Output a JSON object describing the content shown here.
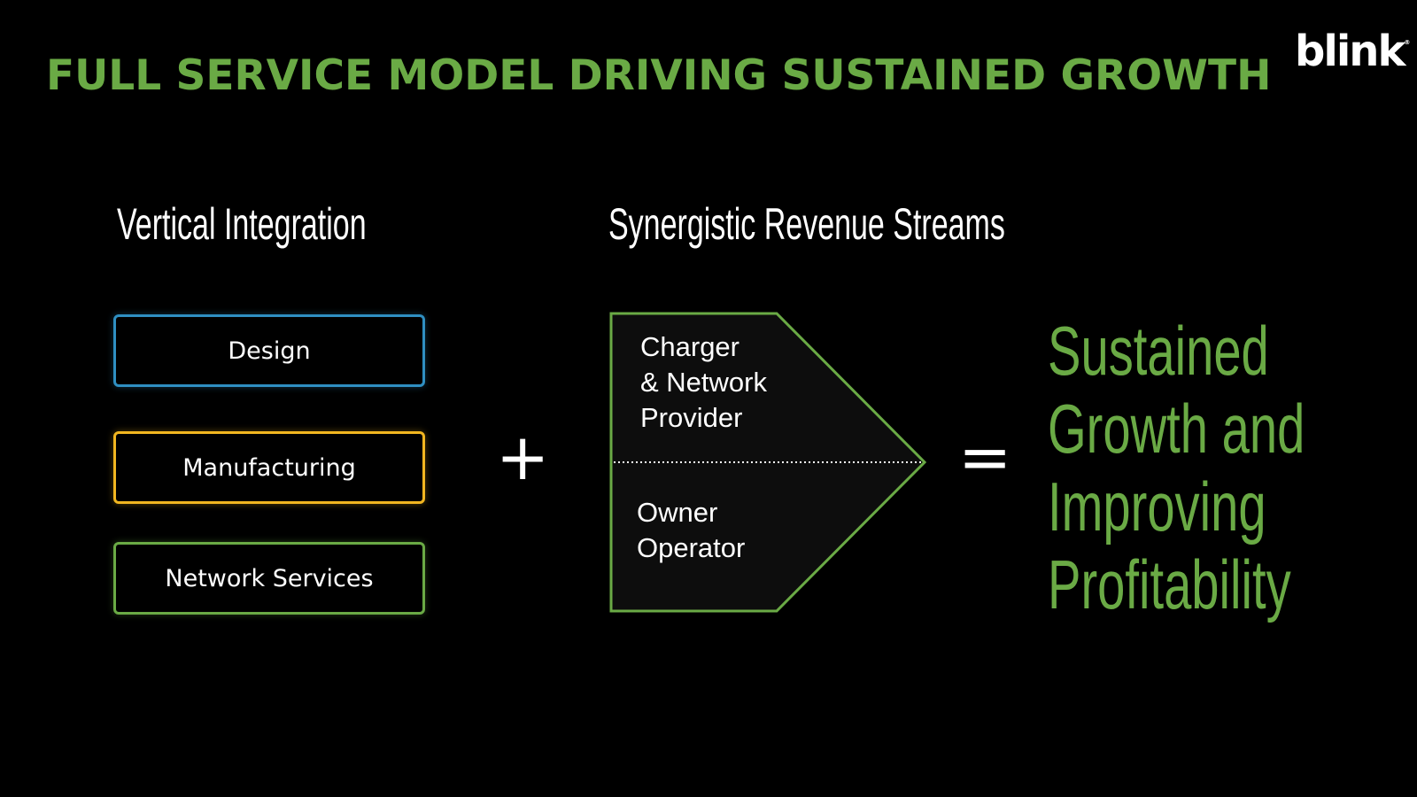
{
  "title": "FULL SERVICE MODEL DRIVING SUSTAINED GROWTH",
  "logo": {
    "text": "blink",
    "mark": "®"
  },
  "left": {
    "heading": "Vertical Integration",
    "boxes": [
      "Design",
      "Manufacturing",
      "Network Services"
    ]
  },
  "operators": {
    "plus": "+",
    "equals": "="
  },
  "middle": {
    "heading": "Synergistic Revenue Streams",
    "top_text": "Charger\n& Network\nProvider",
    "bottom_text": "Owner\nOperator"
  },
  "result": {
    "lines": [
      "Sustained",
      "Growth and",
      "Improving",
      "Profitability"
    ]
  },
  "colors": {
    "accent_green": "#6aaa45",
    "box_blue": "#2f8fc2",
    "box_yellow": "#f2b620",
    "background": "#000000"
  }
}
